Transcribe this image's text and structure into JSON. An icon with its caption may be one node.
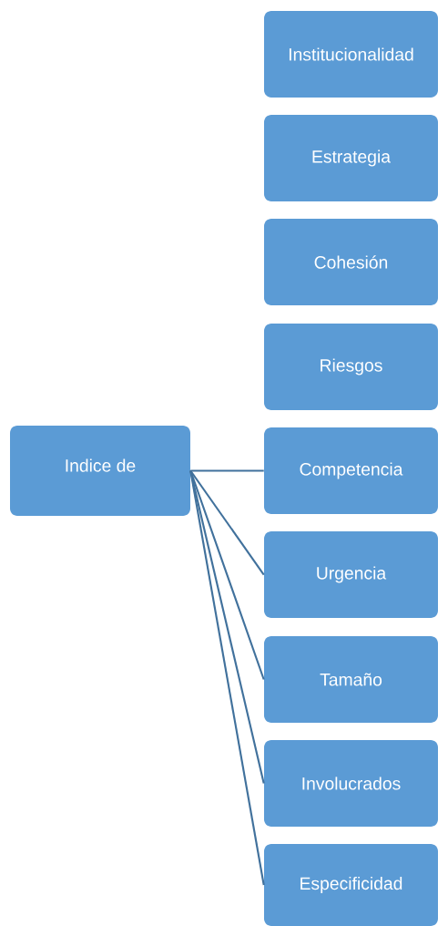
{
  "diagram": {
    "nodes": [
      {
        "text": [
          "Indice de"
        ]
      },
      {
        "text": [
          "Institucionalidad"
        ]
      },
      {
        "text": [
          "Estrategia"
        ]
      },
      {
        "text": [
          "Cohesión"
        ]
      },
      {
        "text": [
          "Riesgos"
        ]
      },
      {
        "text": [
          "Competencia"
        ]
      },
      {
        "text": [
          "Urgencia"
        ]
      },
      {
        "text": [
          "Tamaño"
        ]
      },
      {
        "text": [
          "Involucrados"
        ]
      },
      {
        "text": [
          "Especificidad"
        ]
      }
    ],
    "edges": [
      {
        "from": 0,
        "to": 5,
        "arrow": "none"
      },
      {
        "from": 0,
        "to": 6,
        "arrow": "none"
      },
      {
        "from": 0,
        "to": 7,
        "arrow": "none"
      },
      {
        "from": 0,
        "to": 8,
        "arrow": "none"
      },
      {
        "from": 0,
        "to": 9,
        "arrow": "none"
      }
    ]
  }
}
